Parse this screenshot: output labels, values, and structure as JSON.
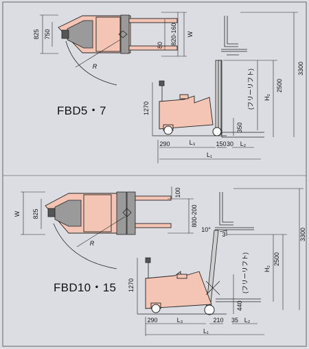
{
  "panels": [
    {
      "model": "FBD5・7",
      "plan": {
        "d825": "825",
        "d750": "750",
        "d80": "80",
        "d820_160": "820-160",
        "w": "W",
        "r": "R"
      },
      "side": {
        "d1270": "1270",
        "d290": "290",
        "l3": "L₃",
        "d150": "150",
        "d30": "30",
        "l2": "L₂",
        "l1": "L₁",
        "d350": "350",
        "free_lift": "(フリーリフト)",
        "h2": "H₂",
        "d2500": "2500",
        "d3300": "3300"
      }
    },
    {
      "model": "FBD10・15",
      "plan": {
        "w": "W",
        "d825": "825",
        "d100": "100",
        "d800_200": "800-200",
        "r": "R"
      },
      "side": {
        "d1270": "1270",
        "d290": "290",
        "l3": "L₃",
        "d210": "210",
        "d35": "35",
        "l2": "L₂",
        "l1": "L₁",
        "tilt": "10°",
        "d3": "3",
        "d440": "440",
        "free_lift": "(フリーリフト)",
        "h2": "H₂",
        "d2500": "2500",
        "d3300": "3300"
      }
    }
  ]
}
